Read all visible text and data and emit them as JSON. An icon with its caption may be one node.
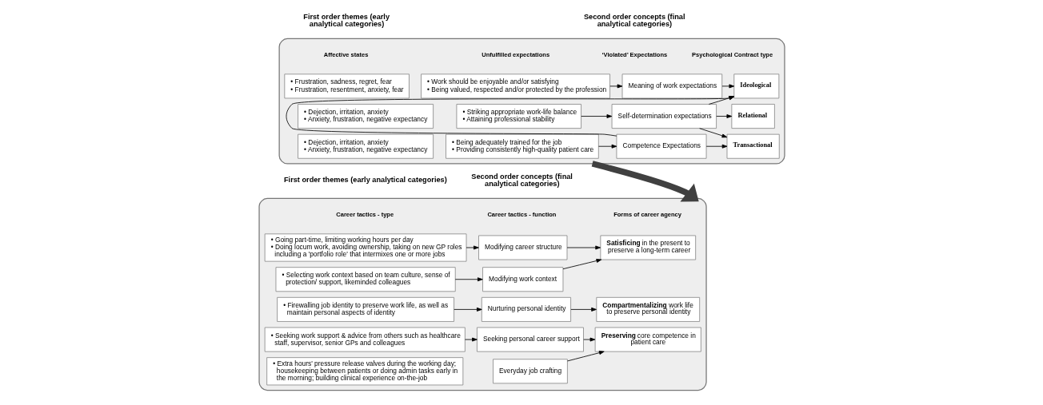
{
  "diagram": {
    "nodes": [
      {
        "text": [],
        "shape": "box"
      },
      {
        "text": [
          "• Frustration, sadness, regret, fear",
          "• Frustration, resentment, anxiety, fear"
        ],
        "in": 0
      },
      {
        "text": [
          "• Dejection, irritation, anxiety",
          "• Anxiety, frustration, negative expectancy"
        ],
        "in": 0
      },
      {
        "text": [
          "• Dejection, irritation, anxiety",
          "• Anxiety, frustration, negative expectancy"
        ],
        "in": 0
      },
      {
        "text": [
          "• Work should be enjoyable and/or satisfying",
          "• Being valued, respected and/or protected by the profession"
        ],
        "in": 0
      },
      {
        "text": [
          "• Striking appropriate work-life balance",
          "• Attaining professional stability"
        ],
        "in": 0
      },
      {
        "text": [
          "• Being adequately trained for the job",
          "• Providing consistently high-quality patient care"
        ],
        "in": 0
      },
      {
        "text": [
          "Meaning of work expectations"
        ],
        "in": 0
      },
      {
        "text": [
          "Self-determination expectations"
        ],
        "in": 0
      },
      {
        "text": [
          "Competence Expectations"
        ],
        "in": 0
      },
      {
        "text": [
          "Ideological"
        ],
        "in": 0
      },
      {
        "text": [
          "Relational"
        ],
        "in": 0
      },
      {
        "text": [
          "Transactional"
        ],
        "in": 0
      },
      {
        "text": [],
        "shape": "box"
      },
      {
        "text": [
          "• Going part-time, limiting working hours per day",
          "• Doing locum work, avoiding ownership, taking on new GP roles including a 'portfolio role' that intermixes one or more jobs"
        ],
        "in": 13
      },
      {
        "text": [
          "• Selecting work context based on team culture, sense of protection/ support, likeminded colleagues"
        ],
        "in": 13
      },
      {
        "text": [
          "• Firewalling job identity to preserve work life, as well as maintain personal aspects of identity"
        ],
        "in": 13
      },
      {
        "text": [
          "• Seeking work support & advice from others such as healthcare staff, supervisor, senior GPs and colleagues"
        ],
        "in": 13
      },
      {
        "text": [
          "• Extra hours' pressure release valves during the working day; housekeeping between patients or doing admin tasks early in the morning; building clinical experience on-the-job"
        ],
        "in": 13
      },
      {
        "text": [
          "Modifying career structure"
        ],
        "in": 13
      },
      {
        "text": [
          "Modifying work context"
        ],
        "in": 13
      },
      {
        "text": [
          "Nurturing personal identity"
        ],
        "in": 13
      },
      {
        "text": [
          "Seeking personal career support"
        ],
        "in": 13
      },
      {
        "text": [
          "Everyday job crafting"
        ],
        "in": 13
      },
      {
        "text": [
          "**Satisficing** in the present to preserve a long-term career"
        ],
        "in": 13
      },
      {
        "text": [
          "**Compartmentalizing** work life to preserve personal identity"
        ],
        "in": 13
      },
      {
        "text": [
          "**Preserving** core competence in patient care"
        ],
        "in": 13
      }
    ],
    "edges": [
      {
        "from": 4,
        "to": 7,
        "arrow": "to"
      },
      {
        "from": 5,
        "to": 8,
        "arrow": "to"
      },
      {
        "from": 6,
        "to": 9,
        "arrow": "to"
      },
      {
        "from": 7,
        "to": 10,
        "arrow": "to"
      },
      {
        "from": 8,
        "to": 10,
        "arrow": "to"
      },
      {
        "from": 8,
        "to": 11,
        "arrow": "to"
      },
      {
        "from": 8,
        "to": 12,
        "arrow": "to"
      },
      {
        "from": 9,
        "to": 10,
        "arrow": "to"
      },
      {
        "from": 9,
        "to": 12,
        "arrow": "to"
      },
      {
        "from": 0,
        "to": 13,
        "arrow": "to",
        "style": "thick",
        "color": "#404040"
      },
      {
        "from": 14,
        "to": 19,
        "arrow": "to"
      },
      {
        "from": 15,
        "to": 20,
        "arrow": "to"
      },
      {
        "from": 16,
        "to": 21,
        "arrow": "to"
      },
      {
        "from": 17,
        "to": 22,
        "arrow": "to"
      },
      {
        "from": 19,
        "to": 24,
        "arrow": "to"
      },
      {
        "from": 20,
        "to": 24,
        "arrow": "to"
      },
      {
        "from": 21,
        "to": 25,
        "arrow": "to"
      },
      {
        "from": 22,
        "to": 26,
        "arrow": "to"
      },
      {
        "from": 23,
        "to": 26,
        "arrow": "to"
      }
    ],
    "labels": [
      "First order themes (early analytical categories)",
      "Second order concepts (final analytical categories)",
      "Affective states",
      "Unfulfilled expectations",
      "‘Violated’ Expectations",
      "Psychological Contract type",
      "First order themes (early analytical categories)",
      "Second order concepts (final analytical categories)",
      "Career tactics - type",
      "Career tactics - function",
      "Forms of career agency"
    ]
  }
}
